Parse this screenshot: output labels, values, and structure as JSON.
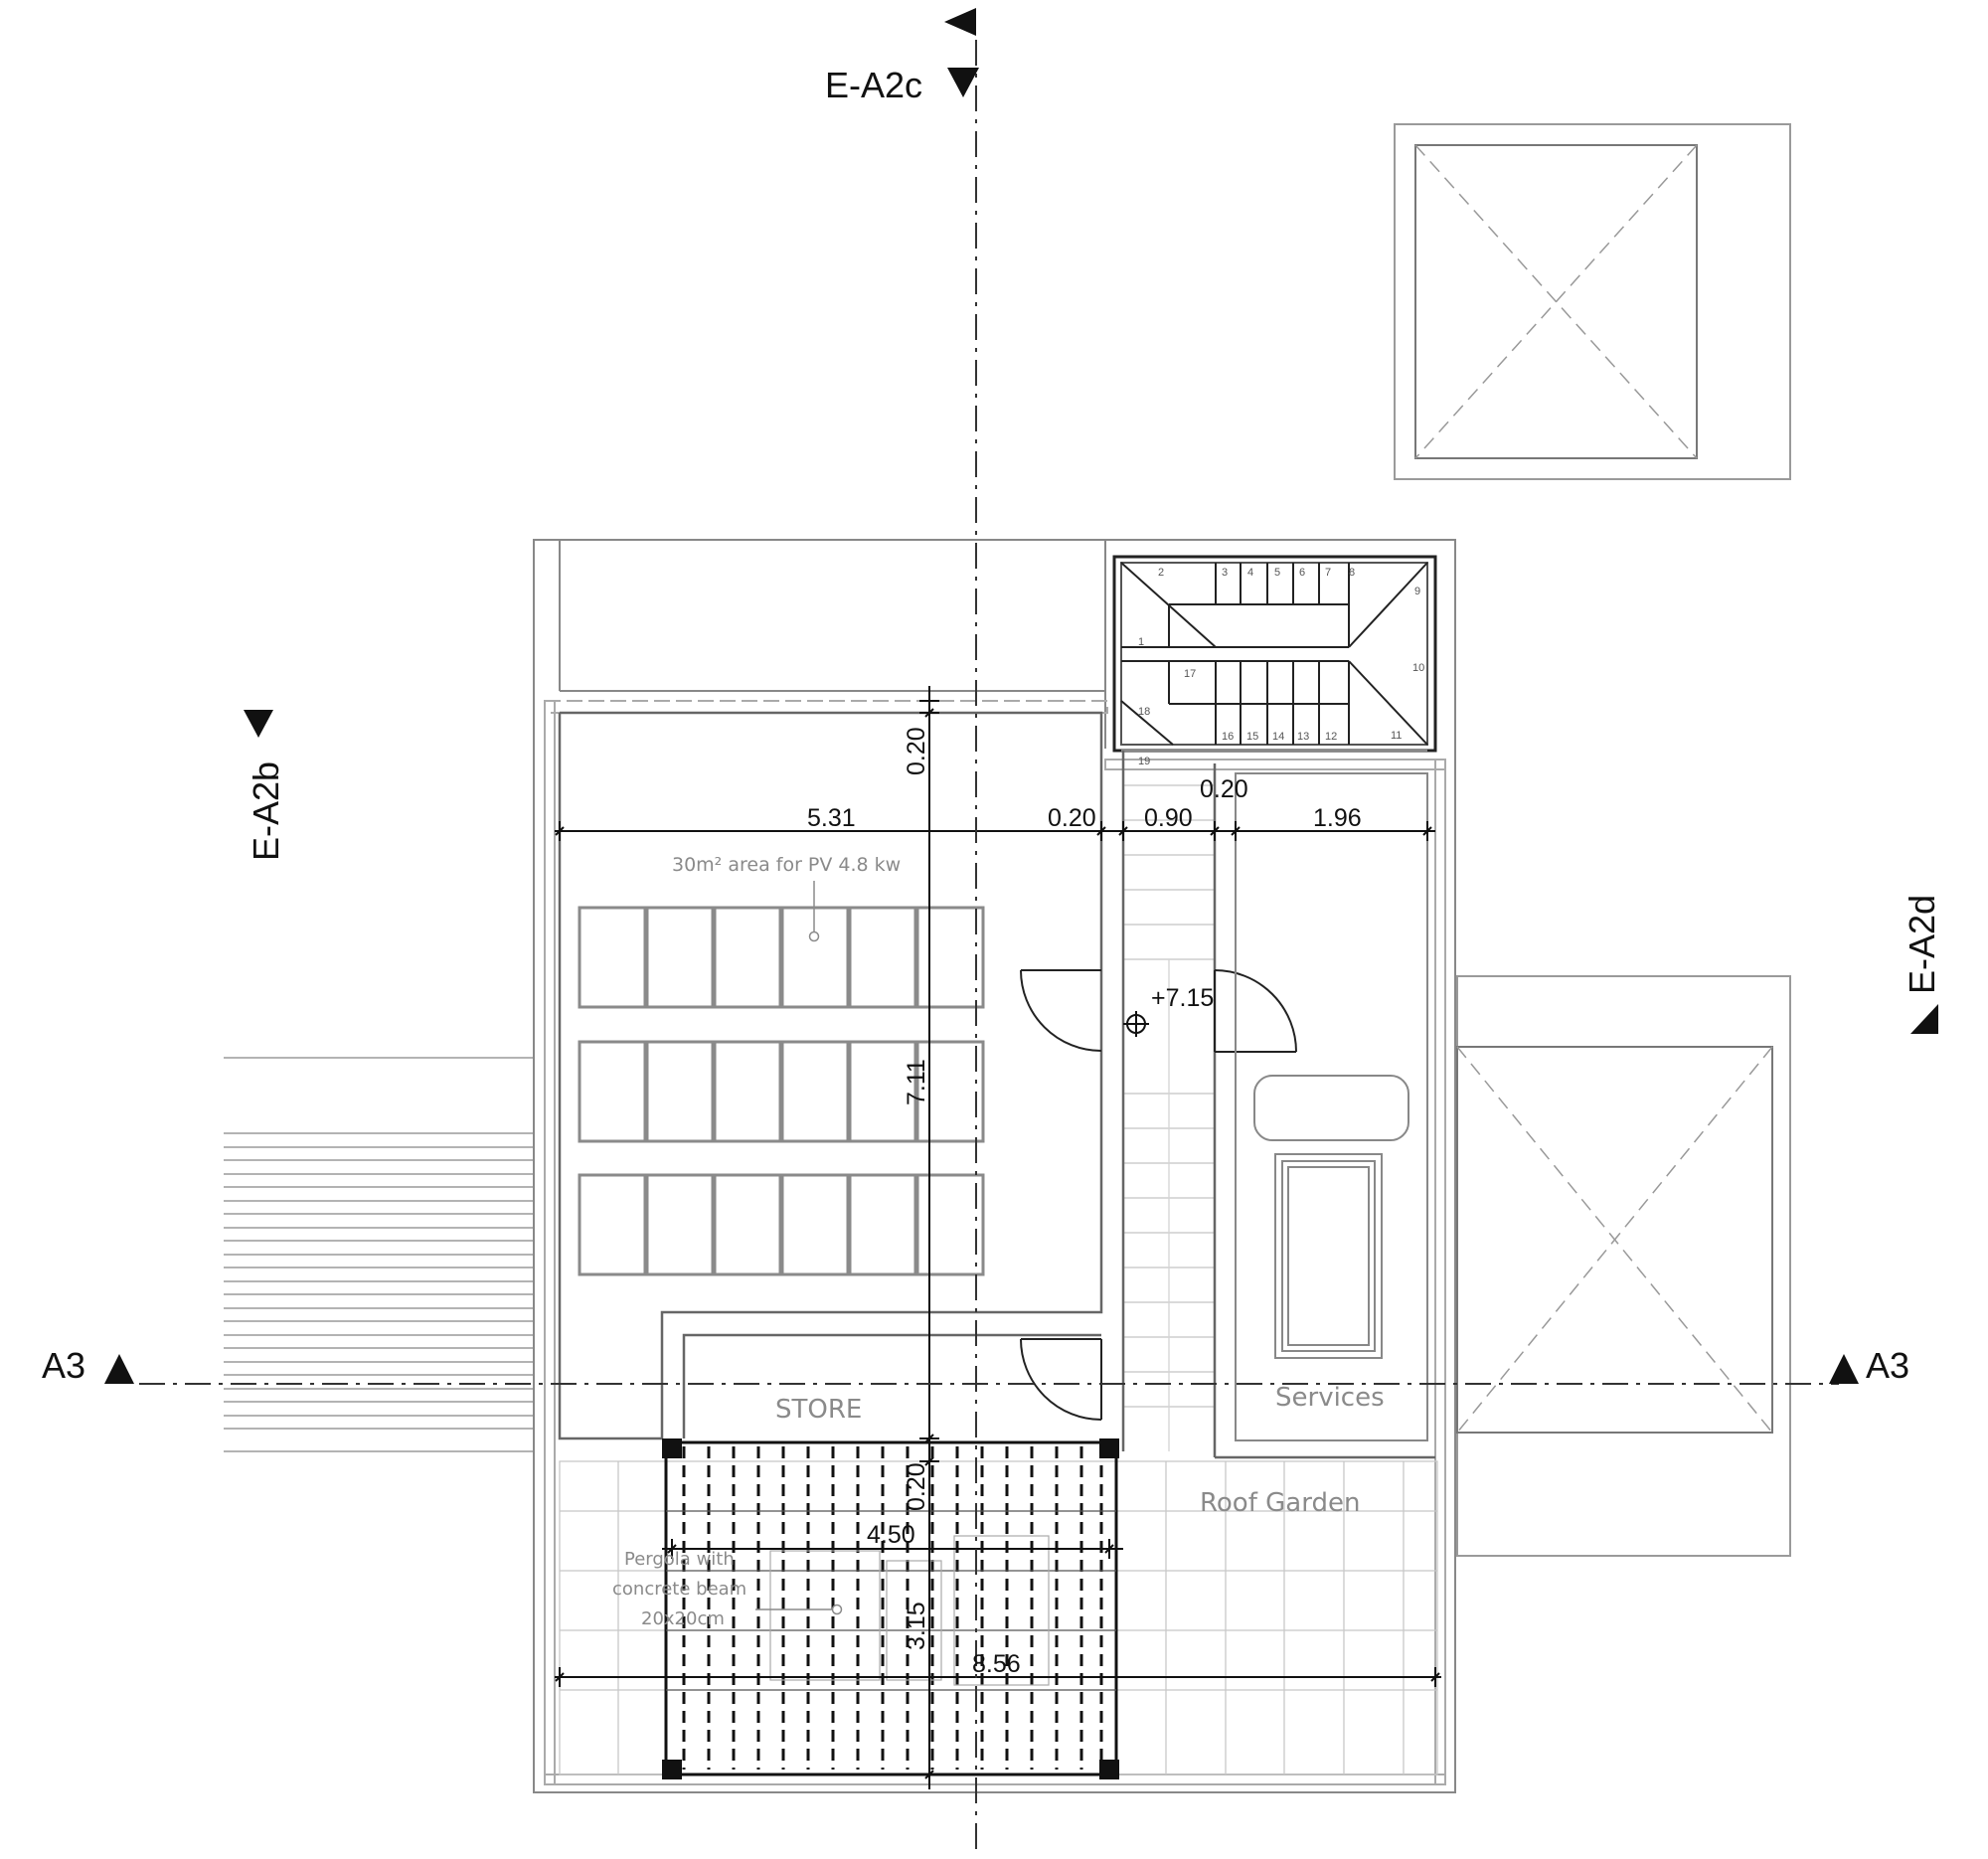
{
  "section_markers": {
    "c": "E-A2c",
    "b": "E-A2b",
    "d": "E-A2d",
    "a3_left": "A3",
    "a3_right": "A3"
  },
  "dimensions": {
    "d531": "5.31",
    "d020_a": "0.20",
    "d090": "0.90",
    "d196": "1.96",
    "d020_b": "0.20",
    "d020_v": "0.20",
    "d711": "7.11",
    "d020_v2": "0.20",
    "d450": "4.50",
    "d315": "3.15",
    "d856": "8.56"
  },
  "level": "+7.15",
  "labels": {
    "pv_area": "30m² area for PV 4.8 kw",
    "store": "STORE",
    "services": "Services",
    "roof_garden": "Roof Garden",
    "pergola_1": "Pergola with",
    "pergola_2": "concrete beam",
    "pergola_3": "20x20cm"
  },
  "stair_steps": [
    "1",
    "2",
    "3",
    "4",
    "5",
    "6",
    "7",
    "8",
    "9",
    "10",
    "11",
    "12",
    "13",
    "14",
    "15",
    "16",
    "17",
    "18",
    "19"
  ]
}
